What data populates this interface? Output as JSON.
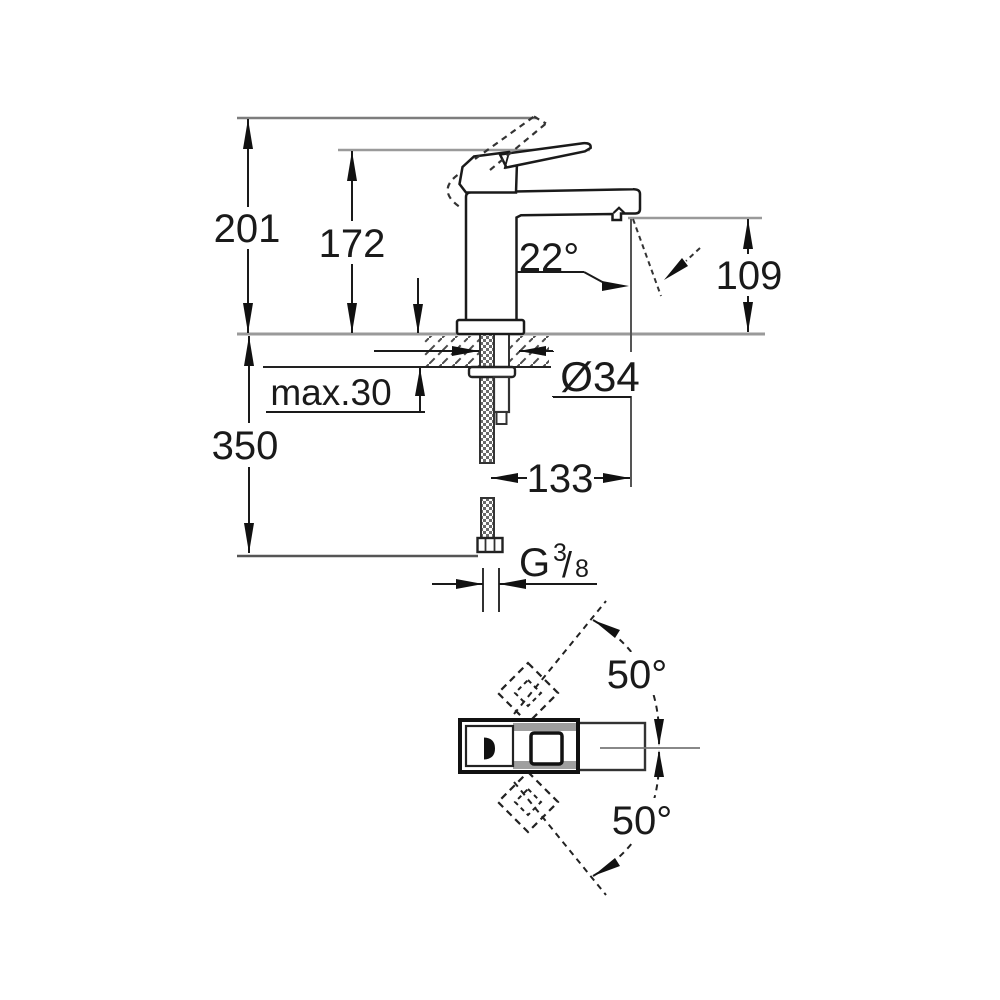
{
  "drawing": {
    "side_view": {
      "total_height": "201",
      "handle_top_height": "172",
      "spout_angle": "22°",
      "spout_height": "109",
      "deck_thickness_max": "max.30",
      "hole_diameter": "Ø34",
      "below_deck_length": "350",
      "spout_reach": "133",
      "thread": {
        "g": "G",
        "numerator": "3",
        "slash": "/",
        "denominator": "8"
      }
    },
    "top_view": {
      "swivel_angle_upper": "50°",
      "swivel_angle_lower": "50°"
    },
    "colors": {
      "line": "#1a1a1a",
      "reference_line": "#999999",
      "background": "#ffffff"
    }
  }
}
